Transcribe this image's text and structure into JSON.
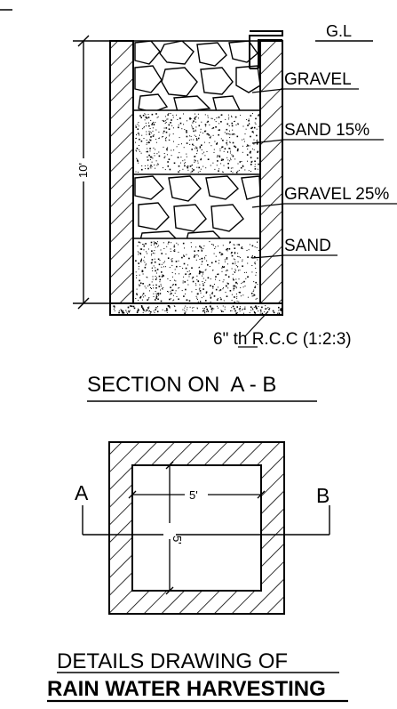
{
  "section": {
    "ground_level": "G.L",
    "layers": {
      "gravel_top": "GRAVEL",
      "sand_top": "SAND 15%",
      "gravel_mid": "GRAVEL 25%",
      "sand_bottom": "SAND"
    },
    "depth": "10'",
    "base": "6\" th R.C.C (1:2:3)",
    "title": "SECTION ON  A - B"
  },
  "plan": {
    "width": "5'",
    "length": "5'",
    "mark_a": "A",
    "mark_b": "B"
  },
  "title": {
    "line1": "DETAILS DRAWING OF",
    "line2": "RAIN WATER HARVESTING"
  }
}
